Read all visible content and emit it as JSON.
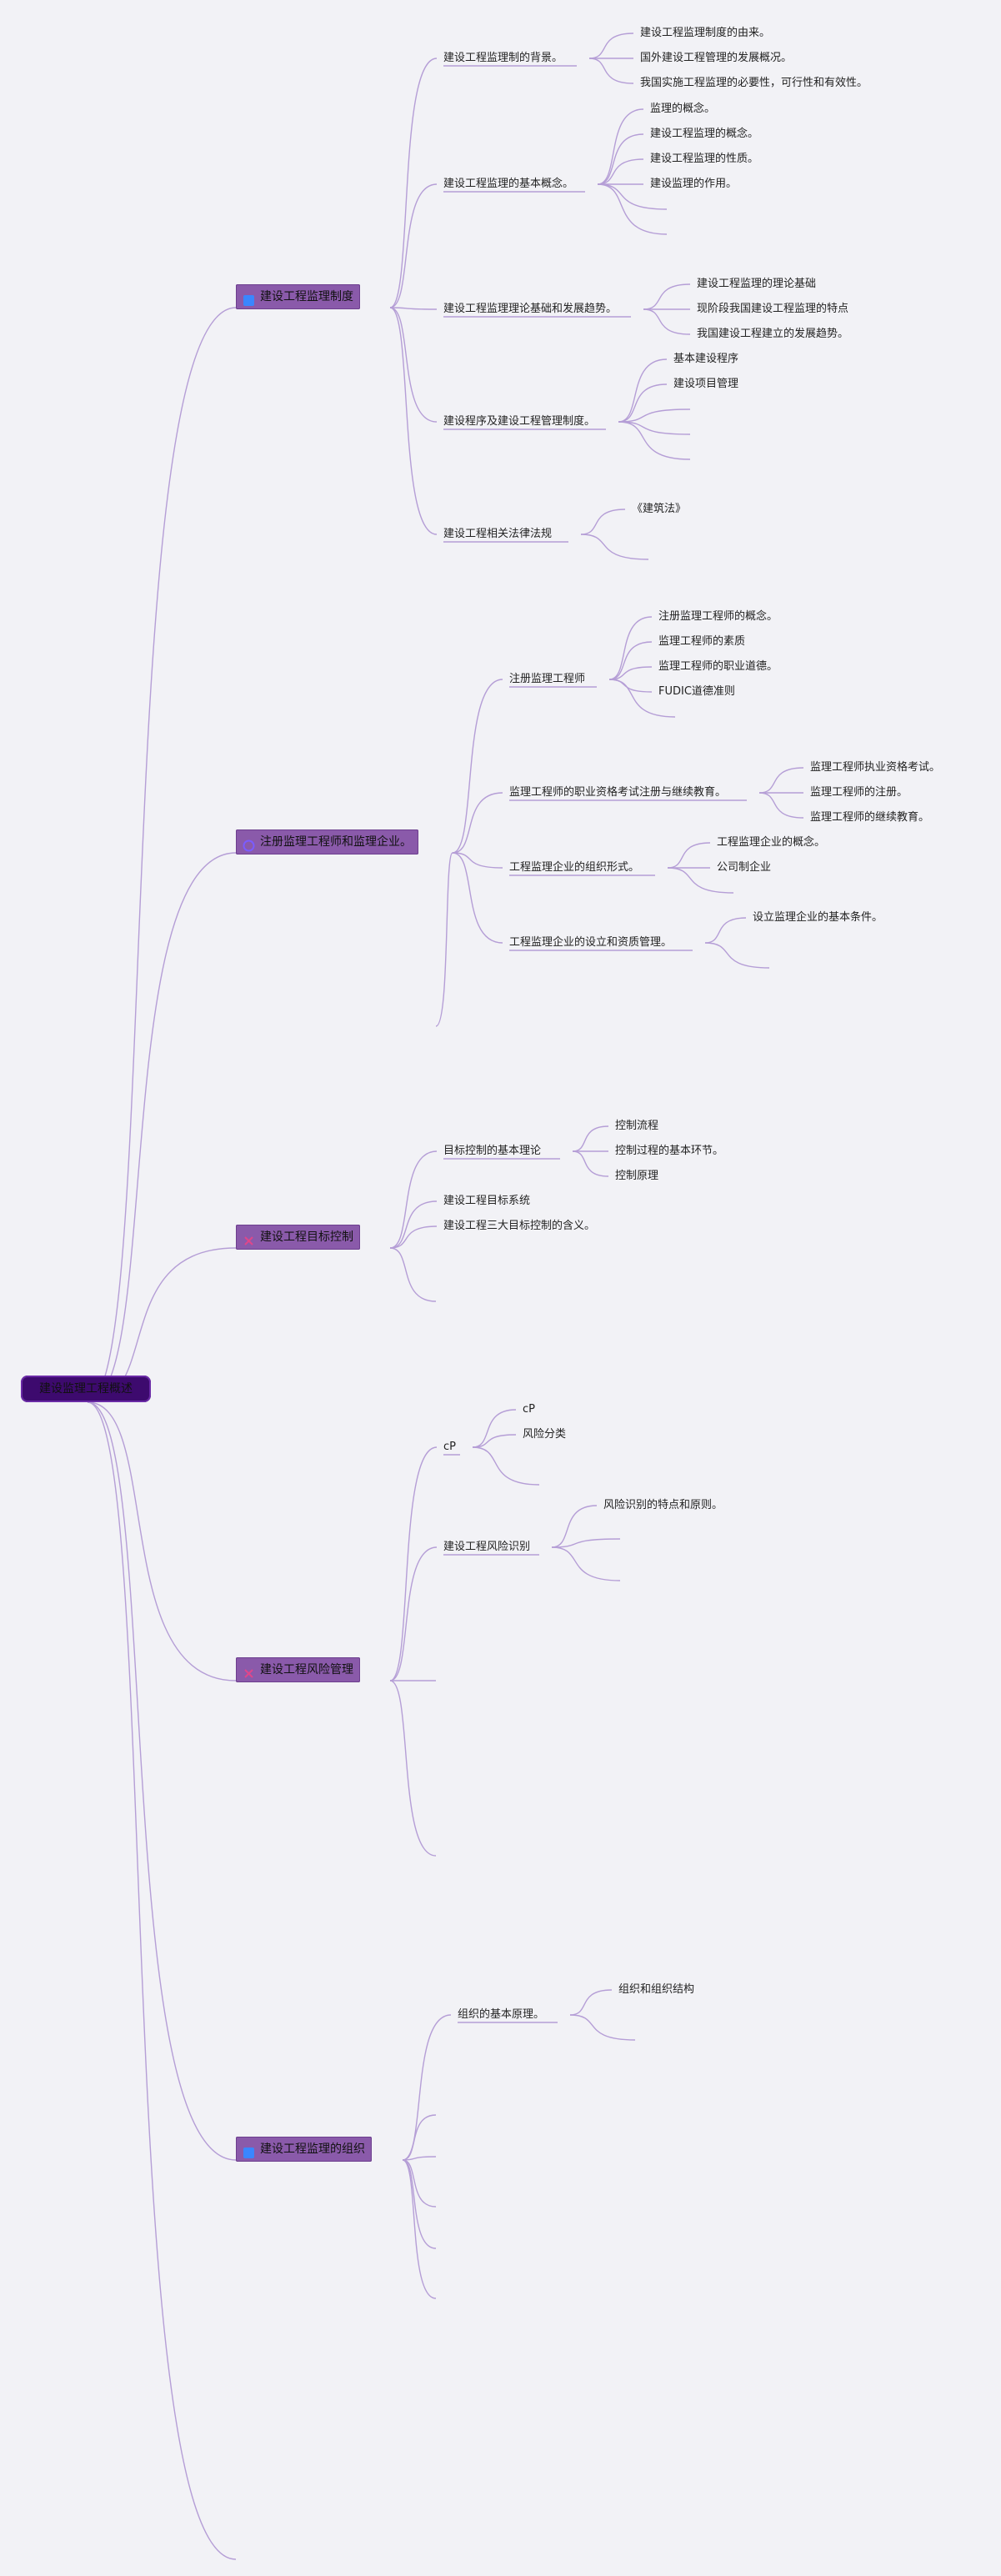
{
  "root": {
    "label": "建设监理工程概述"
  },
  "branches": [
    {
      "label": "建设工程监理制度",
      "icon": "square-blue-icon",
      "color": "#3a86ff",
      "children": [
        {
          "label": "建设工程监理制的背景。",
          "leaves": [
            "建设工程监理制度的由来。",
            "国外建设工程管理的发展概况。",
            "我国实施工程监理的必要性，可行性和有效性。"
          ]
        },
        {
          "label": "建设工程监理的基本概念。",
          "leaves": [
            "监理的概念。",
            "建设工程监理的概念。",
            "建设工程监理的性质。",
            "建设监理的作用。"
          ],
          "empty": 2
        },
        {
          "label": "建设工程监理理论基础和发展趋势。",
          "leaves": [
            "建设工程监理的理论基础",
            "现阶段我国建设工程监理的特点",
            "我国建设工程建立的发展趋势。"
          ]
        },
        {
          "label": "建设程序及建设工程管理制度。",
          "leaves": [
            "基本建设程序",
            "建设项目管理"
          ],
          "empty": 3
        },
        {
          "label": "建设工程相关法律法规",
          "leaves": [
            "《建筑法》"
          ],
          "empty": 1
        }
      ]
    },
    {
      "label": "注册监理工程师和监理企业。",
      "icon": "circle-purple-icon",
      "color": "#7b5cff",
      "children": [
        {
          "label": "注册监理工程师",
          "leaves": [
            "注册监理工程师的概念。",
            "监理工程师的素质",
            "监理工程师的职业道德。",
            "FUDIC道德准则"
          ],
          "empty": 1
        },
        {
          "label": "监理工程师的职业资格考试注册与继续教育。",
          "leaves": [
            "监理工程师执业资格考试。",
            "监理工程师的注册。",
            "监理工程师的继续教育。"
          ]
        },
        {
          "label": "工程监理企业的组织形式。",
          "leaves": [
            "工程监理企业的概念。",
            "公司制企业"
          ],
          "empty": 1
        },
        {
          "label": "工程监理企业的设立和资质管理。",
          "leaves": [
            "设立监理企业的基本条件。"
          ],
          "empty": 1
        }
      ],
      "empty": 1
    },
    {
      "label": "建设工程目标控制",
      "icon": "cross-pink-icon",
      "color": "#e0468a",
      "children": [
        {
          "label": "目标控制的基本理论",
          "leaves": [
            "控制流程",
            "控制过程的基本环节。",
            "控制原理"
          ]
        },
        {
          "label": "建设工程目标系统",
          "leaves": []
        },
        {
          "label": "建设工程三大目标控制的含义。",
          "leaves": []
        }
      ],
      "empty": 1
    },
    {
      "label": "建设工程风险管理",
      "icon": "cross-pink-icon",
      "color": "#e0468a",
      "children": [
        {
          "label": "cP",
          "leaves": [
            "cP",
            "风险分类"
          ],
          "empty": 1
        },
        {
          "label": "建设工程风险识别",
          "leaves": [
            "风险识别的特点和原则。"
          ],
          "empty": 2
        }
      ],
      "empty": 2
    },
    {
      "label": "建设工程监理的组织",
      "icon": "square-blue-icon",
      "color": "#3a86ff",
      "children": [
        {
          "label": "组织的基本原理。",
          "leaves": [
            "组织和组织结构"
          ],
          "empty": 1
        }
      ],
      "empty": 4
    }
  ]
}
